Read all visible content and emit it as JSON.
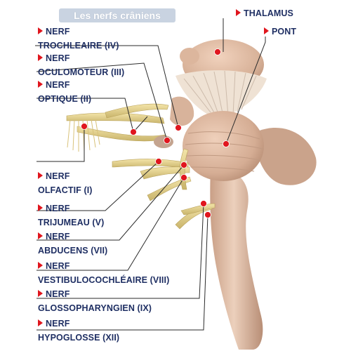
{
  "title": "Les nerfs crâniens",
  "colors": {
    "label_text": "#1f2f63",
    "marker": "#e0161e",
    "title_bg": "#c9d3e1",
    "brain": "#dcb9a3",
    "nerve": "#e8d58e"
  },
  "labels": {
    "thalamus": "THALAMUS",
    "pont": "PONT",
    "trochleaire": {
      "prefix": "NERF",
      "name": "TROCHLEAIRE (IV)"
    },
    "oculomoteur": {
      "prefix": "NERF",
      "name": "OCULOMOTEUR (III)"
    },
    "optique": {
      "prefix": "NERF",
      "name": "OPTIQUE (II)"
    },
    "olfactif": {
      "prefix": "NERF",
      "name": "OLFACTIF (I)"
    },
    "trijumeau": {
      "prefix": "NERF",
      "name": "TRIJUMEAU (V)"
    },
    "abducens": {
      "prefix": "NERF",
      "name": "ABDUCENS (VII)"
    },
    "vestibulocochleaire": {
      "prefix": "NERF",
      "name": "VESTIBULOCOCHLÉAIRE (VIII)"
    },
    "glossopharyngien": {
      "prefix": "NERF",
      "name": "GLOSSOPHARYNGIEN (IX)"
    },
    "hypoglosse": {
      "prefix": "NERF",
      "name": "HYPOGLOSSE (XII)"
    }
  }
}
